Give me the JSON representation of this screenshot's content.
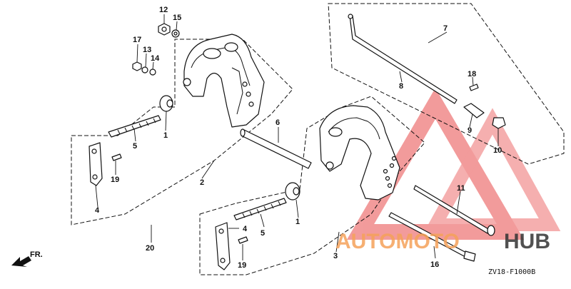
{
  "diagram": {
    "callouts": {
      "n1a": "1",
      "n1b": "1",
      "n2": "2",
      "n3": "3",
      "n4a": "4",
      "n4b": "4",
      "n5a": "5",
      "n5b": "5",
      "n6": "6",
      "n7": "7",
      "n8": "8",
      "n9": "9",
      "n10": "10",
      "n11": "11",
      "n12": "12",
      "n13": "13",
      "n14": "14",
      "n15": "15",
      "n16": "16",
      "n17": "17",
      "n18": "18",
      "n19a": "19",
      "n19b": "19",
      "n20": "20"
    },
    "front_label": "FR.",
    "diagram_code": "ZV18-F1000B"
  },
  "watermark": {
    "text_a": "AUTOMOTO",
    "text_b": "HUB",
    "color_a": "#f5a25a",
    "color_b": "#333333",
    "logo_color": "#e84a4a"
  }
}
